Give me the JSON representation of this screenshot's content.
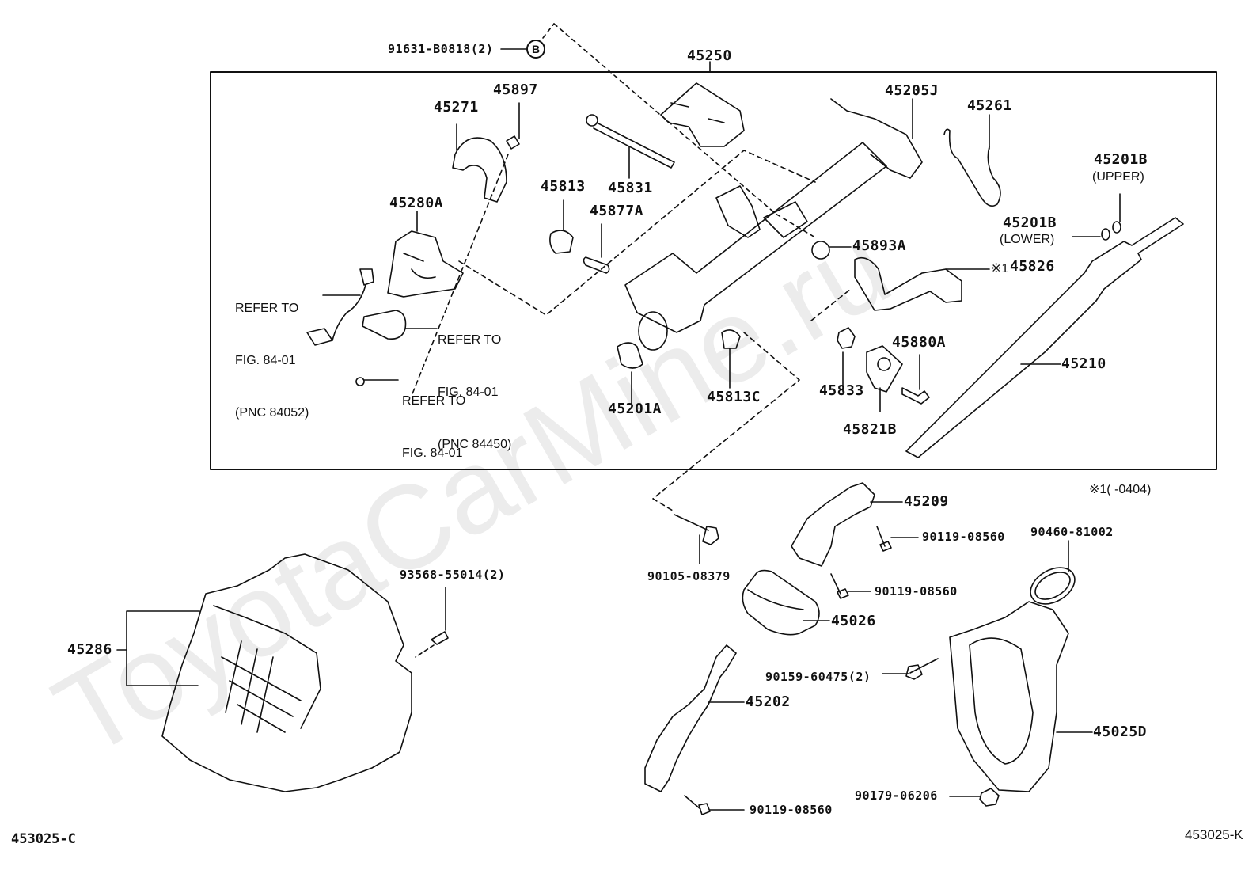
{
  "diagram": {
    "title_ref_left": "453025-C",
    "title_ref_right": "453025-K",
    "watermark": "ToyotaCarMine.ru",
    "group_box_part": "45250",
    "footnote": "※1(        -0404)",
    "footnote_marker": "※1",
    "callout_b": {
      "part": "91631-B0818(2)",
      "symbol": "B"
    },
    "parts": {
      "p45250": "45250",
      "p45897": "45897",
      "p45271": "45271",
      "p45280A": "45280A",
      "p45813": "45813",
      "p45831": "45831",
      "p45877A": "45877A",
      "p45205J": "45205J",
      "p45261": "45261",
      "p45201B_upper": "45201B",
      "p45201B_upper_note": "(UPPER)",
      "p45201B_lower": "45201B",
      "p45201B_lower_note": "(LOWER)",
      "p45893A": "45893A",
      "p45826_marker": "※1",
      "p45826": "45826",
      "p45880A": "45880A",
      "p45833": "45833",
      "p45821B": "45821B",
      "p45210": "45210",
      "p45201A": "45201A",
      "p45813C": "45813C",
      "p45209": "45209",
      "p90119_a": "90119-08560",
      "p90119_b": "90119-08560",
      "p90119_c": "90119-08560",
      "p90460": "90460-81002",
      "p90105": "90105-08379",
      "p45026": "45026",
      "p90159": "90159-60475(2)",
      "p45202": "45202",
      "p45025D": "45025D",
      "p90179": "90179-06206",
      "p93568": "93568-55014(2)",
      "p45286": "45286"
    },
    "references": {
      "ref1": {
        "line1": "REFER TO",
        "line2": "FIG. 84-01",
        "line3": "(PNC 84052)"
      },
      "ref2": {
        "line1": "REFER TO",
        "line2": "FIG. 84-01",
        "line3": "(PNC 84450)"
      },
      "ref3": {
        "line1": "REFER TO",
        "line2": "FIG. 84-01"
      }
    }
  }
}
